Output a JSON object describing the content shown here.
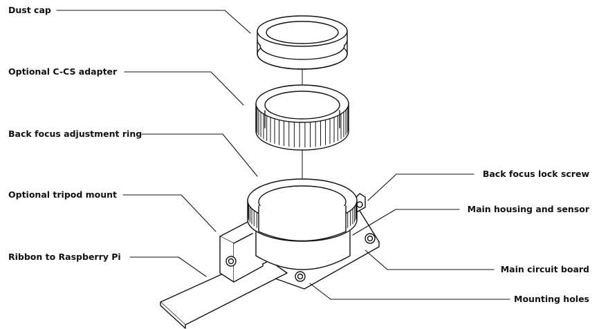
{
  "labels": {
    "dust_cap": "Dust cap",
    "cs_adapter": "Optional C-CS adapter",
    "focus_ring": "Back focus adjustment ring",
    "tripod_mount": "Optional tripod mount",
    "ribbon": "Ribbon to Raspberry Pi",
    "lock_screw": "Back focus lock screw",
    "housing": "Main housing and sensor",
    "circuit_board": "Main circuit board",
    "mounting_holes": "Mounting holes"
  },
  "colors": {
    "line": "#111111",
    "background": "#ffffff"
  }
}
